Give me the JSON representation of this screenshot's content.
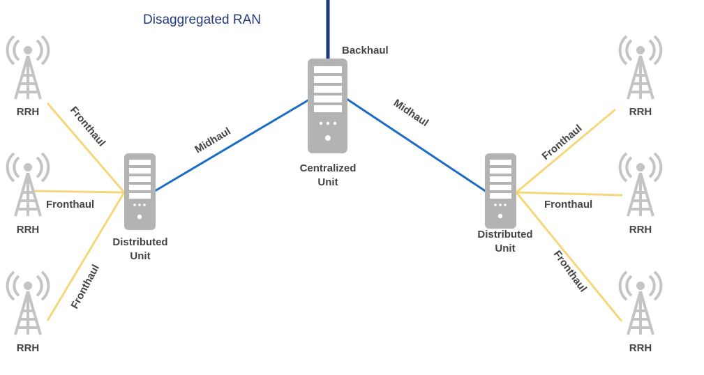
{
  "title": "Disaggregated RAN",
  "colors": {
    "title": "#253a7a",
    "backhaul": "#1f3a80",
    "midhaul": "#1a6cc4",
    "fronthaul": "#f5d77a",
    "device": "#b3b3b3",
    "label": "#444444"
  },
  "nodes": {
    "centralized_unit": {
      "label_line1": "Centralized",
      "label_line2": "Unit"
    },
    "du_left": {
      "label_line1": "Distributed",
      "label_line2": "Unit"
    },
    "du_right": {
      "label_line1": "Distributed",
      "label_line2": "Unit"
    },
    "rrh": [
      {
        "id": "rrh-left-top",
        "label": "RRH"
      },
      {
        "id": "rrh-left-middle",
        "label": "RRH"
      },
      {
        "id": "rrh-left-bottom",
        "label": "RRH"
      },
      {
        "id": "rrh-right-top",
        "label": "RRH"
      },
      {
        "id": "rrh-right-middle",
        "label": "RRH"
      },
      {
        "id": "rrh-right-bottom",
        "label": "RRH"
      }
    ]
  },
  "links": {
    "backhaul": "Backhaul",
    "midhaul_left": "Midhaul",
    "midhaul_right": "Midhaul",
    "fronthaul": [
      "Fronthaul",
      "Fronthaul",
      "Fronthaul",
      "Fronthaul",
      "Fronthaul",
      "Fronthaul"
    ]
  }
}
